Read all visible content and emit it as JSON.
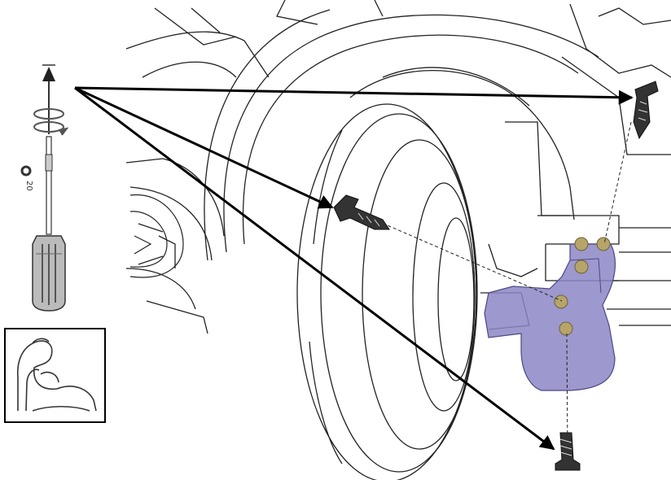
{
  "diagram": {
    "tool": {
      "icon": "screwdriver-icon",
      "rotation_icon": "rotate-counterclockwise-icon",
      "direction_icon": "arrow-up-icon",
      "bit_size_label": "20",
      "bit_icon": "torx-bit-icon"
    },
    "force_icon": "flexed-arm-icon",
    "parts": {
      "highlighted_part": "splash-guard",
      "highlight_color": "#8c86c4",
      "fastener_marker_color": "#b6a46a",
      "fastener_count": 5,
      "fasteners_shown": [
        "push-pin-upper-right",
        "push-pin-wheel-arch",
        "screw-lower"
      ]
    }
  }
}
